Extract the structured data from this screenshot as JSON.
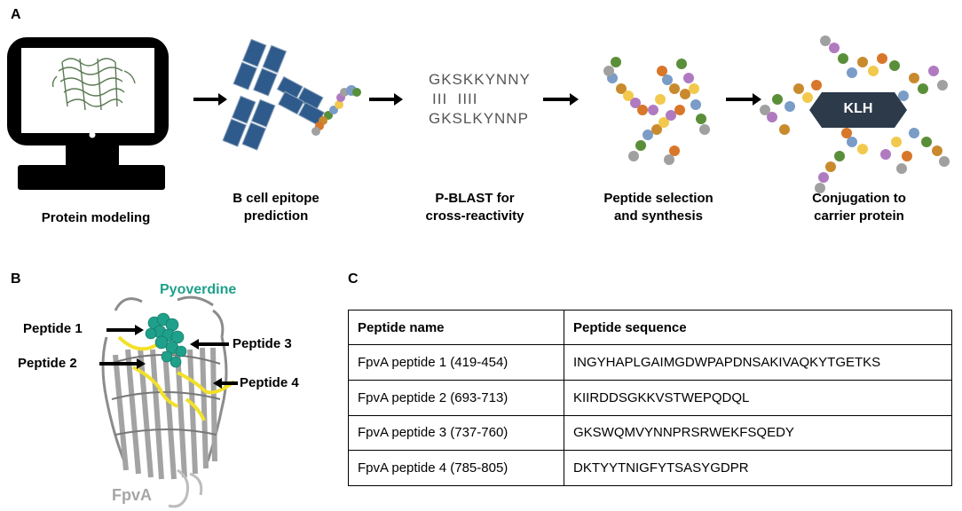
{
  "panels": {
    "a": "A",
    "b": "B",
    "c": "C"
  },
  "steps": [
    {
      "line1": "Protein modeling",
      "line2": ""
    },
    {
      "line1": "B cell epitope",
      "line2": "prediction"
    },
    {
      "line1": "P-BLAST for",
      "line2": "cross-reactivity"
    },
    {
      "line1": "Peptide selection",
      "line2": "and synthesis"
    },
    {
      "line1": "Conjugation to",
      "line2": "carrier protein"
    }
  ],
  "blast": {
    "query": "GKSKKYNNY",
    "match": "III  IIII",
    "subject": "GKSLKYNNP"
  },
  "carrier_label": "KLH",
  "structure": {
    "ligand_label": "Pyoverdine",
    "protein_label": "FpvA",
    "peptides": [
      "Peptide 1",
      "Peptide 2",
      "Peptide 3",
      "Peptide 4"
    ]
  },
  "table": {
    "headers": [
      "Peptide name",
      "Peptide sequence"
    ],
    "rows": [
      [
        "FpvA peptide 1 (419-454)",
        "INGYHAPLGAIMGDWPAPDNSAKIVAQKYTGETKS"
      ],
      [
        "FpvA peptide 2 (693-713)",
        "KIIRDDSGKKVSTWEPQDQL"
      ],
      [
        "FpvA peptide 3 (737-760)",
        "GKSWQMVYNNPRSRWEKFSQEDY"
      ],
      [
        "FpvA peptide 4 (785-805)",
        "DKTYYTNIGFYTSASYGDPR"
      ]
    ]
  },
  "colors": {
    "monitor": "#000000",
    "antibody": "#2f5b8c",
    "hexagon": "#2c3a4a",
    "helix": "#f2e02a",
    "ligand": "#1fa08a",
    "ligand_label": "#1fa08a",
    "protein_label": "#a6a6a6",
    "bead_palette": [
      "#7a9cc6",
      "#5a8f3a",
      "#c98a2e",
      "#f2c94c",
      "#b07ac0",
      "#a0a0a0",
      "#d8762a",
      "#e0d060"
    ]
  }
}
